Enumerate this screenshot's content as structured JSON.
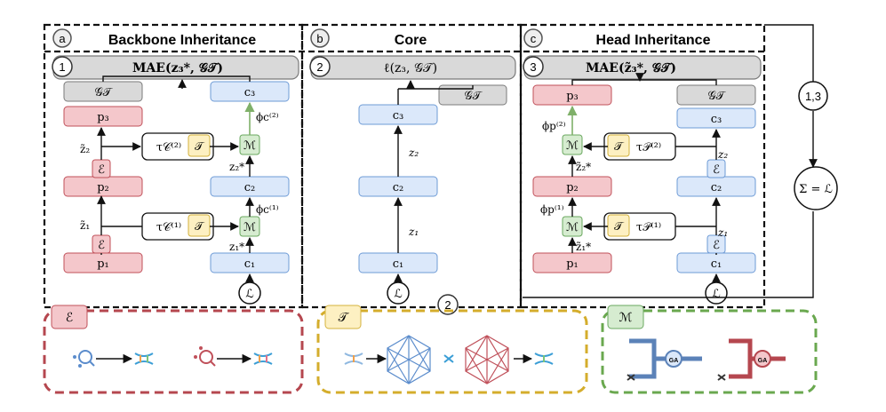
{
  "panels": {
    "a": {
      "letter": "a",
      "title": "Backbone Inheritance",
      "step": "1",
      "loss": "MAE(z₃*, 𝒢𝒯)"
    },
    "b": {
      "letter": "b",
      "title": "Core",
      "step": "2",
      "loss": "ℓ(z₃, 𝒢𝒯)"
    },
    "c": {
      "letter": "c",
      "title": "Head Inheritance",
      "step": "3",
      "loss": "MAE(z̃₃*, 𝒢𝒯)"
    }
  },
  "nodes": {
    "GT": "𝒢𝒯",
    "p1": "p₁",
    "p2": "p₂",
    "p3": "p₃",
    "c1": "c₁",
    "c2": "c₂",
    "c3": "c₃",
    "E": "ℰ",
    "T": "𝒯",
    "M": "ℳ",
    "L": "ℒ"
  },
  "labels": {
    "tau_c1": "τ𝒞⁽¹⁾",
    "tau_c2": "τ𝒞⁽²⁾",
    "tau_p1": "τ𝒫⁽¹⁾",
    "tau_p2": "τ𝒫⁽²⁾",
    "phi_c1": "ϕc⁽¹⁾",
    "phi_c2": "ϕc⁽²⁾",
    "phi_p1": "ϕp⁽¹⁾",
    "phi_p2": "ϕp⁽²⁾",
    "z1": "z₁",
    "z2": "z₂",
    "zt1": "z̃₁",
    "zt2": "z̃₂",
    "z1s": "z₁*",
    "z2s": "z₂*",
    "zt1s": "z̃₁*",
    "zt2s": "z̃₂*"
  },
  "right": {
    "combine_label": "1,3",
    "sum_label": "Σ = ℒ"
  },
  "bottom_marker": "2",
  "legend": {
    "E": "ℰ",
    "T": "𝒯",
    "M": "ℳ",
    "ga": "GA"
  },
  "colors": {
    "red_fill": "#f4c7cb",
    "red_stroke": "#c0505a",
    "blue_fill": "#dbe8fa",
    "blue_stroke": "#6e9bd6",
    "gray_fill": "#d9d9d9",
    "gray_stroke": "#7a7a7a",
    "green_fill": "#d6ecd0",
    "green_stroke": "#6aa85f",
    "yellow_fill": "#fdf0c2",
    "yellow_stroke": "#d4b23c",
    "legend_red": "#b5474f",
    "legend_yellow": "#d4ad2c",
    "legend_green": "#6aa84f"
  }
}
